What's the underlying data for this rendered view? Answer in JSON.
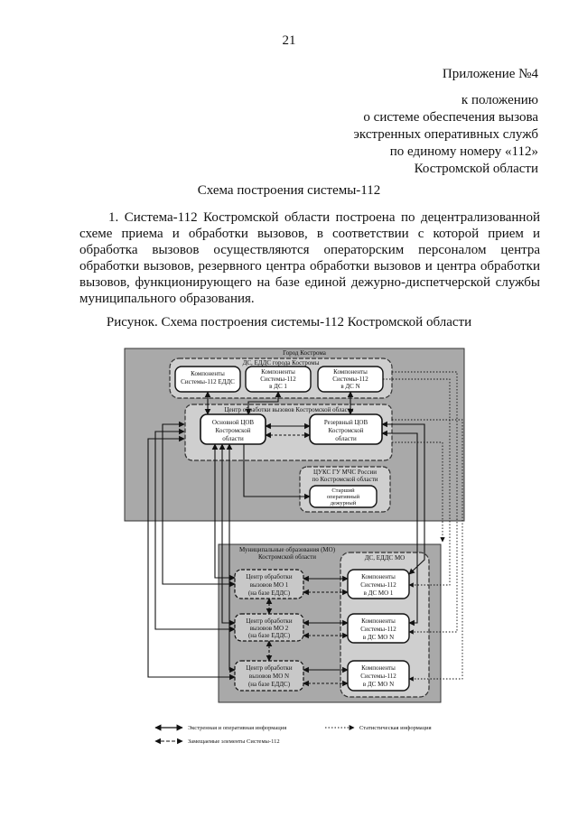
{
  "header": {
    "page_number": "21",
    "appendix_title": "Приложение №4",
    "appendix_lines": [
      "к положению",
      "о системе обеспечения вызова",
      "экстренных оперативных служб",
      "по единому номеру «112»",
      "Костромской области"
    ]
  },
  "schema_title": "Схема построения системы-112",
  "paragraph": "1. Система-112 Костромской области построена по децентрализованной схеме приема и обработки вызовов, в соответствии с которой прием и обработка вызовов осуществляются операторским персоналом центра обработки вызовов, резервного центра обработки вызовов и центра обработки вызовов, функционирующего на базе единой дежурно-диспетчерской службы муниципального образования.",
  "figure_caption": "Рисунок. Схема построения системы-112 Костромской области",
  "diagram": {
    "city_region": "Город Кострома",
    "ds_city_group": "ДС, ЕДДС города Костромы",
    "comp_edds": [
      "Компоненты",
      "Системы-112 ЕДДС"
    ],
    "comp_ds1": [
      "Компоненты",
      "Системы-112",
      "в ДС 1"
    ],
    "comp_dsn": [
      "Компоненты",
      "Системы-112",
      "в ДС N"
    ],
    "cov_group": "Центр обработки вызовов Костромской области",
    "main_cov": [
      "Основной ЦОВ",
      "Костромской",
      "области"
    ],
    "reserve_cov": [
      "Резервный ЦОВ",
      "Костромской",
      "области"
    ],
    "cuks_group": [
      "ЦУКС ГУ МЧС России",
      "по Костромской области"
    ],
    "senior_duty": [
      "Старший",
      "оперативный",
      "дежурный"
    ],
    "mo_region": [
      "Муниципальные образования (МО)",
      "Костромской области"
    ],
    "ds_edds_mo": "ДС, ЕДДС МО",
    "cov_mo1": [
      "Центр обработки",
      "вызовов МО 1",
      "(на базе ЕДДС)"
    ],
    "cov_mo2": [
      "Центр обработки",
      "вызовов МО 2",
      "(на базе ЕДДС)"
    ],
    "cov_mon": [
      "Центр обработки",
      "вызовов МО N",
      "(на базе ЕДДС)"
    ],
    "comp_mo1": [
      "Компоненты",
      "Системы-112",
      "в ДС МО 1"
    ],
    "comp_mo2": [
      "Компоненты",
      "Системы-112",
      "в ДС МО N"
    ],
    "comp_mon": [
      "Компоненты",
      "Системы-112",
      "в ДС МО N"
    ]
  },
  "legend": {
    "emergency_info": "Экстренная и оперативная информация",
    "stat_info": "Статистическая информация",
    "replaced": "Замещаемые элементы Системы-112"
  }
}
